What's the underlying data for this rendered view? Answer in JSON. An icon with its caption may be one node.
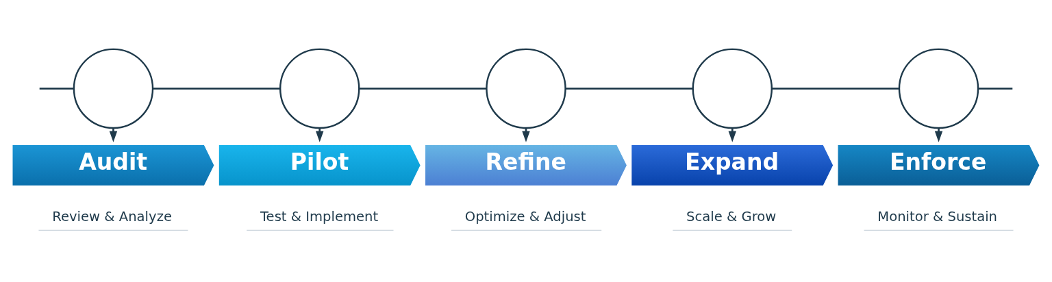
{
  "diagram": {
    "nodes": [
      {
        "text": [],
        "shape": "circle"
      },
      {
        "text": [],
        "shape": "circle"
      },
      {
        "text": [],
        "shape": "circle"
      },
      {
        "text": [],
        "shape": "circle"
      },
      {
        "text": [],
        "shape": "circle"
      },
      {
        "text": [
          "Audit"
        ],
        "beside": [
          "Review & Analyze"
        ]
      },
      {
        "text": [
          "Pilot"
        ],
        "beside": [
          "Test & Implement"
        ]
      },
      {
        "text": [
          "Refine"
        ],
        "beside": [
          "Optimize & Adjust"
        ]
      },
      {
        "text": [
          "Expand"
        ],
        "beside": [
          "Scale & Grow"
        ]
      },
      {
        "text": [
          "Enforce"
        ],
        "beside": [
          "Monitor & Sustain"
        ]
      }
    ],
    "edges": [
      {
        "from": null,
        "to": 0,
        "arrow": "none"
      },
      {
        "from": 0,
        "to": 1,
        "arrow": "none"
      },
      {
        "from": 1,
        "to": 2,
        "arrow": "none"
      },
      {
        "from": 2,
        "to": 3,
        "arrow": "none"
      },
      {
        "from": 3,
        "to": 4,
        "arrow": "none"
      },
      {
        "from": 4,
        "to": null,
        "arrow": "none"
      },
      {
        "from": 0,
        "to": 5,
        "arrow": "to"
      },
      {
        "from": 1,
        "to": 6,
        "arrow": "to"
      },
      {
        "from": 2,
        "to": 7,
        "arrow": "to"
      },
      {
        "from": 3,
        "to": 8,
        "arrow": "to"
      },
      {
        "from": 4,
        "to": 9,
        "arrow": "to"
      }
    ]
  }
}
